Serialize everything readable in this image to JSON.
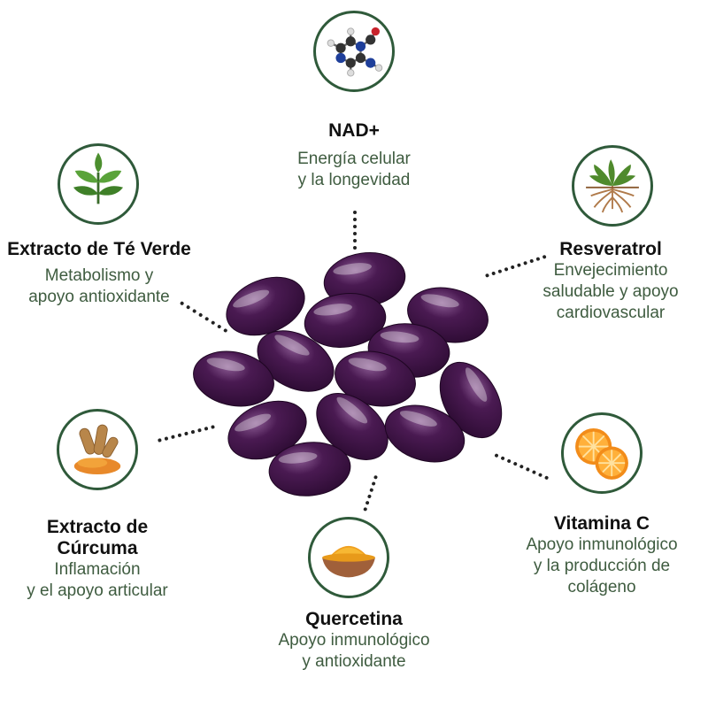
{
  "ingredients": {
    "nad": {
      "title": "NAD+",
      "line1": "Energía celular",
      "line2": "y la longevidad",
      "icon": "molecule-icon"
    },
    "tea": {
      "title": "Extracto de Té Verde",
      "line1": "Metabolismo y",
      "line2": "apoyo antioxidante",
      "icon": "tea-leaf-icon"
    },
    "resveratrol": {
      "title": "Resveratrol",
      "line1": "Envejecimiento",
      "line2": "saludable y apoyo",
      "line3": "cardiovascular",
      "icon": "plant-roots-icon"
    },
    "turmeric": {
      "title1": "Extracto de",
      "title2": "Cúrcuma",
      "line1": "Inflamación",
      "line2": "y el apoyo articular",
      "icon": "turmeric-root-icon"
    },
    "vitc": {
      "title": "Vitamina C",
      "line1": "Apoyo inmunológico",
      "line2": "y la producción de",
      "line3": "colágeno",
      "icon": "orange-slice-icon"
    },
    "quercetin": {
      "title": "Quercetina",
      "line1": "Apoyo inmunológico",
      "line2": "y antioxidante",
      "icon": "powder-bowl-icon"
    }
  },
  "colors": {
    "capsule": "#3e1245",
    "capsule_highlight": "#8a5a92",
    "circle_border": "#2f5a3a",
    "desc_text": "#3f5c40"
  }
}
